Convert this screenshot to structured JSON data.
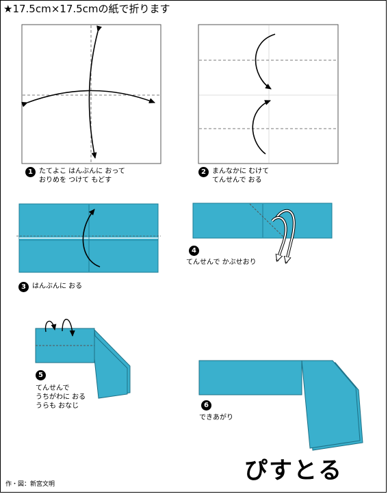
{
  "header": "★17.5cm×17.5cmの紙で折ります",
  "steps": [
    {
      "number": "1",
      "lines": [
        "たてよこ はんぶんに おって",
        "おりめを つけて もどす"
      ]
    },
    {
      "number": "2",
      "lines": [
        "まんなかに むけて",
        "てんせんで おる"
      ]
    },
    {
      "number": "3",
      "lines": [
        "はんぶんに おる"
      ]
    },
    {
      "number": "4",
      "lines": [
        "てんせんで かぶせおり"
      ]
    },
    {
      "number": "5",
      "lines": [
        "てんせんで",
        "うちがわに おる",
        "うらも おなじ"
      ]
    },
    {
      "number": "6",
      "lines": [
        "できあがり"
      ]
    }
  ],
  "title": "ぴすとる",
  "credit": "作・図：新宮文明",
  "colors": {
    "paper_blue": "#3ab0cd",
    "outline": "#000000",
    "dashed": "#777777"
  }
}
